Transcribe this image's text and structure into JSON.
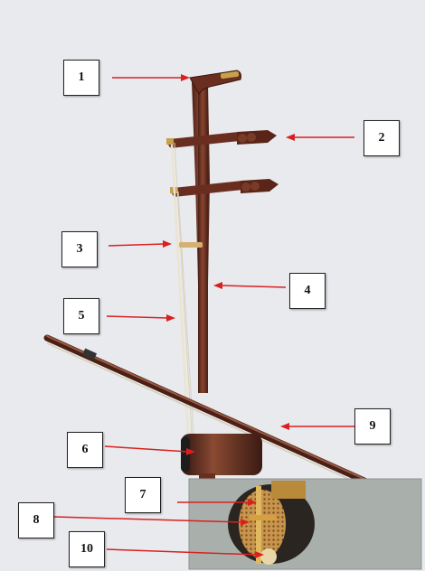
{
  "labels": [
    "1",
    "2",
    "3",
    "4",
    "5",
    "6",
    "7",
    "8",
    "9",
    "10"
  ],
  "colors": {
    "background": "#e9eaee",
    "arrow": "#d92020",
    "wood_dark": "#5a2a1e",
    "wood_mid": "#7a3a28",
    "wood_light": "#9a5a42",
    "brass": "#c8a24a",
    "bow_hair": "#ece4cf",
    "inset_bg": "#a9b0ac",
    "mesh": "#d8a85a"
  }
}
